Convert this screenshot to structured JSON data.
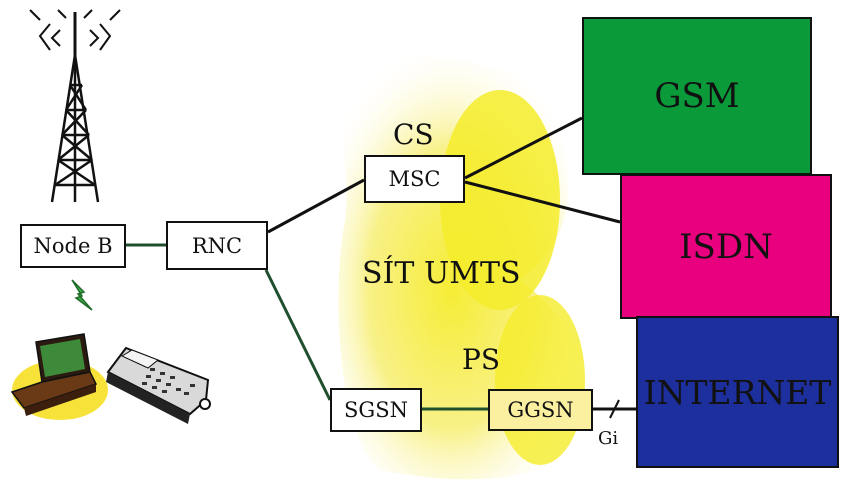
{
  "diagram": {
    "title": "SÍT UMTS",
    "domains": {
      "cs": "CS",
      "ps": "PS"
    },
    "nodes": {
      "node_b": "Node B",
      "rnc": "RNC",
      "msc": "MSC",
      "sgsn": "SGSN",
      "ggsn": "GGSN"
    },
    "networks": {
      "gsm": "GSM",
      "isdn": "ISDN",
      "internet": "INTERNET"
    },
    "interfaces": {
      "gi": "Gi"
    },
    "colors": {
      "gsm": "#0a9a3a",
      "isdn": "#e8007e",
      "internet": "#1c2f9c",
      "highlight": "#f5ec2a",
      "link_green": "#1f4f2c",
      "link_dark": "#111111"
    },
    "icons": [
      "radio-tower-icon",
      "signal-bolt-icon",
      "laptop-icon",
      "mobile-phone-icon"
    ]
  }
}
